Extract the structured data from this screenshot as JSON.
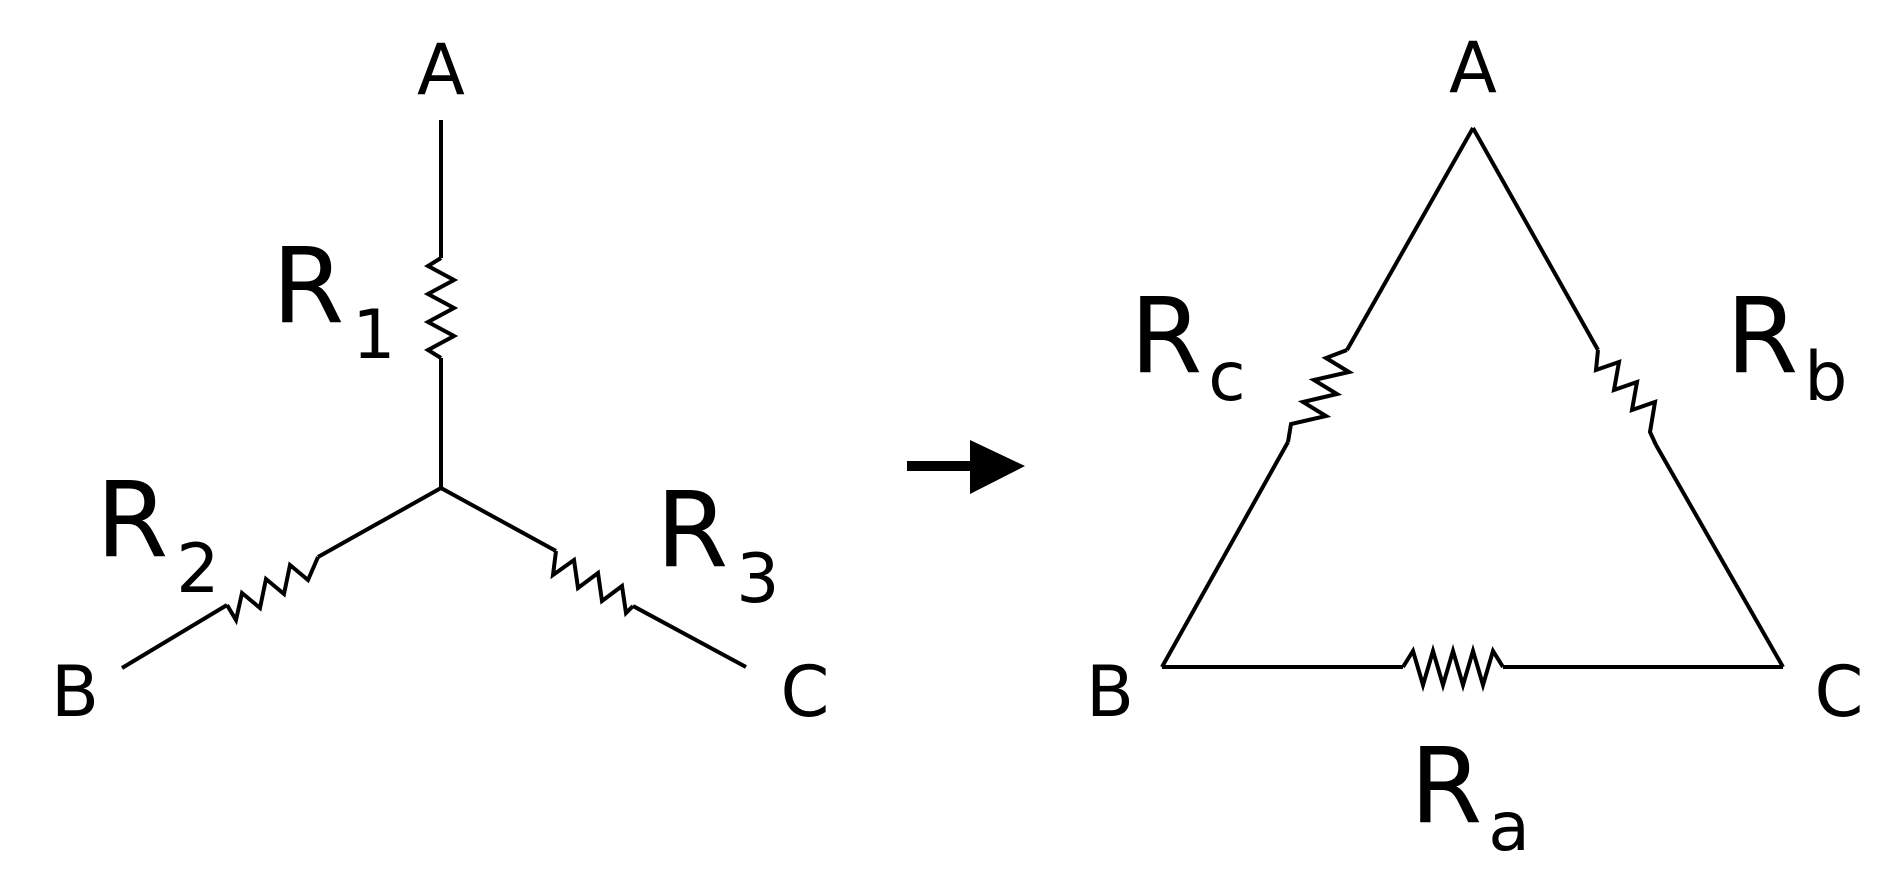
{
  "colors": {
    "background": "#ffffff",
    "ink": "#000000"
  },
  "star": {
    "nodes": {
      "a": "A",
      "b": "B",
      "c": "C"
    },
    "resistors": {
      "r1": {
        "letter": "R",
        "subscript": "1"
      },
      "r2": {
        "letter": "R",
        "subscript": "2"
      },
      "r3": {
        "letter": "R",
        "subscript": "3"
      }
    }
  },
  "delta": {
    "nodes": {
      "a": "A",
      "b": "B",
      "c": "C"
    },
    "resistors": {
      "ra": {
        "letter": "R",
        "subscript": "a"
      },
      "rb": {
        "letter": "R",
        "subscript": "b"
      },
      "rc": {
        "letter": "R",
        "subscript": "c"
      }
    }
  },
  "transform_arrow": {
    "icon": "right-arrow-icon"
  }
}
